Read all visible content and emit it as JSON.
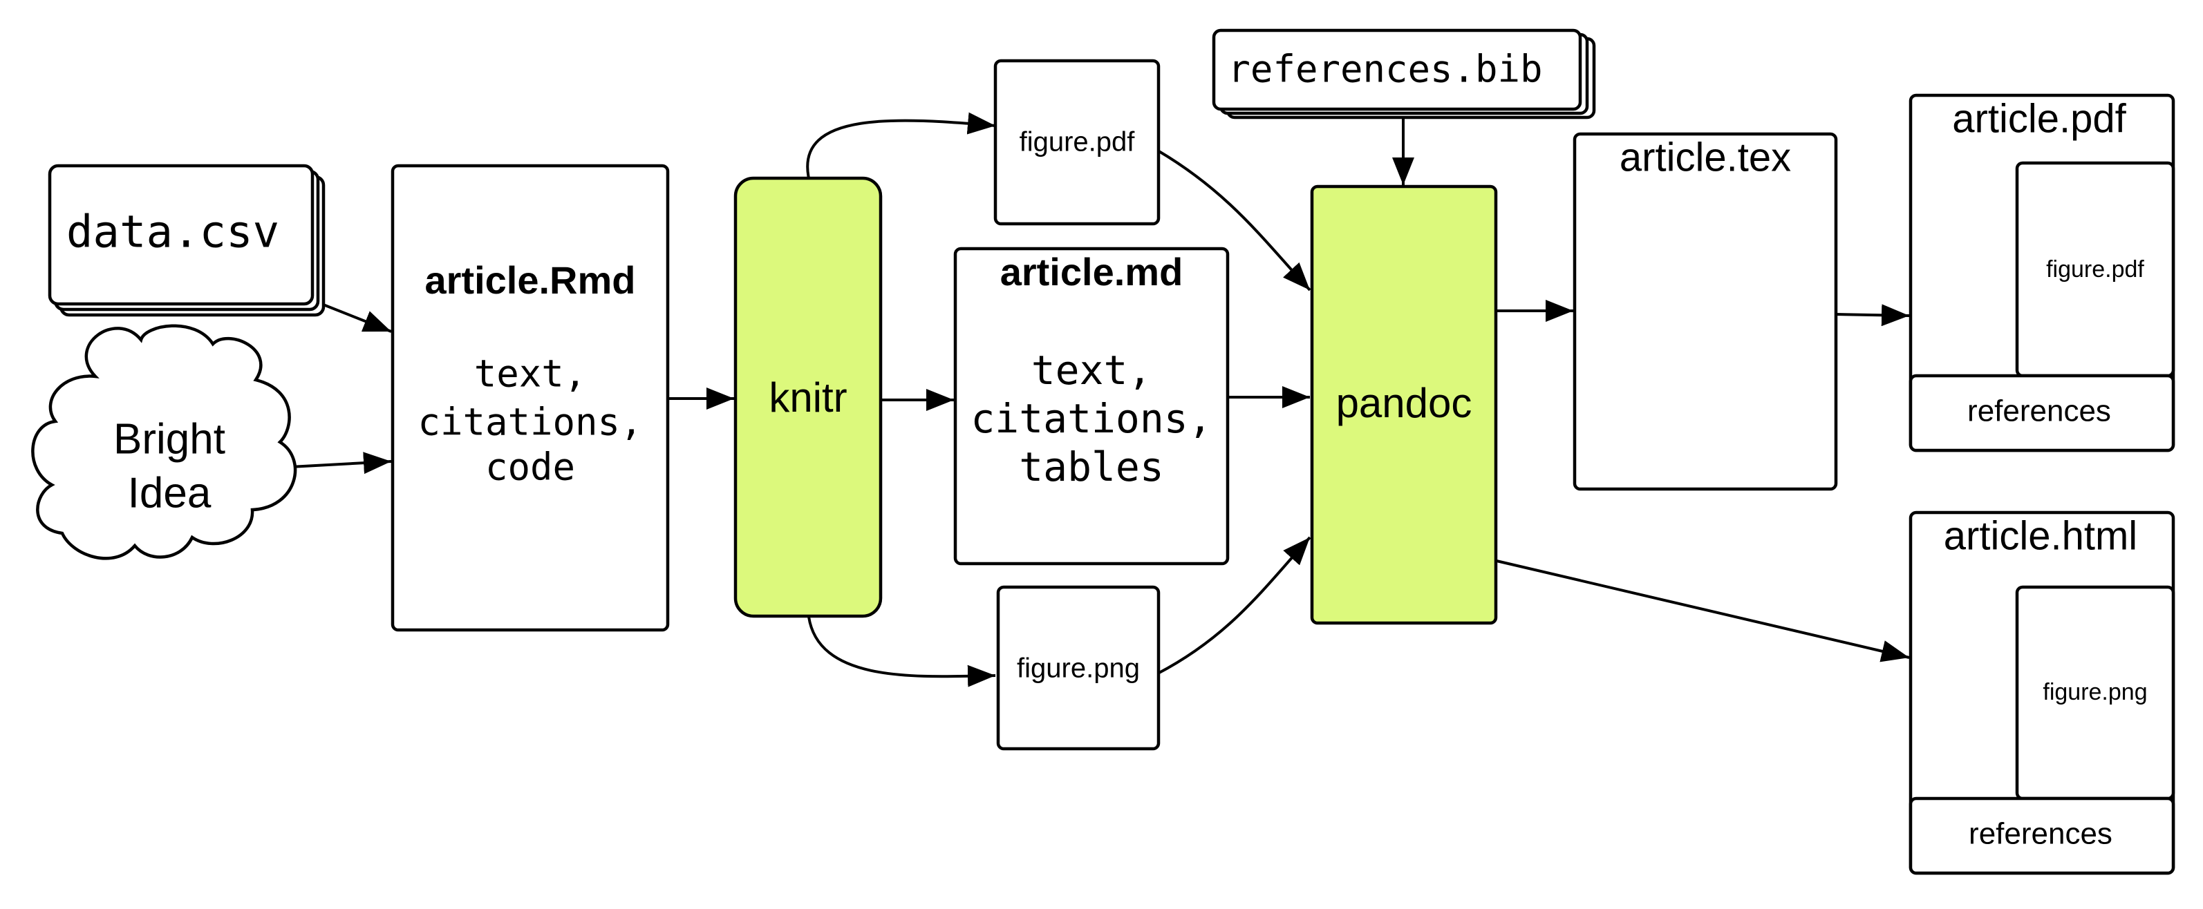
{
  "nodes": {
    "data_csv": {
      "label": "data.csv"
    },
    "bright_idea": {
      "line1": "Bright",
      "line2": "Idea"
    },
    "article_rmd": {
      "title": "article.Rmd",
      "line1": "text,",
      "line2": "citations,",
      "line3": "code"
    },
    "knitr": {
      "label": "knitr"
    },
    "figure_pdf": {
      "label": "figure.pdf"
    },
    "article_md": {
      "title": "article.md",
      "line1": "text,",
      "line2": "citations,",
      "line3": "tables"
    },
    "figure_png": {
      "label": "figure.png"
    },
    "references_bib": {
      "label": "references.bib"
    },
    "pandoc": {
      "label": "pandoc"
    },
    "article_tex": {
      "title": "article.tex"
    },
    "article_pdf": {
      "title": "article.pdf",
      "figure": "figure.pdf",
      "references": "references"
    },
    "article_html": {
      "title": "article.html",
      "figure": "figure.png",
      "references": "references"
    }
  },
  "colors": {
    "tool_fill": "#dcf97c",
    "stroke": "#000000",
    "background": "#ffffff"
  }
}
